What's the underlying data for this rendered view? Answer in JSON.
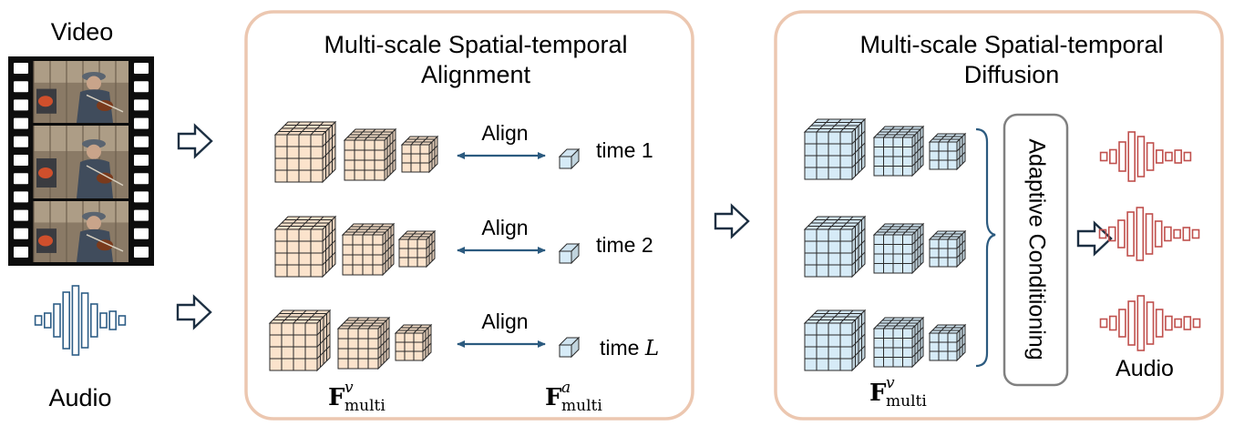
{
  "input": {
    "video_label": "Video",
    "audio_label": "Audio"
  },
  "alignment_panel": {
    "title_line1": "Multi-scale Spatial-temporal",
    "title_line2": "Alignment",
    "rows": [
      {
        "align_label": "Align",
        "time_prefix": "time",
        "time_value": "1",
        "time_italic": false
      },
      {
        "align_label": "Align",
        "time_prefix": "time",
        "time_value": "2",
        "time_italic": false
      },
      {
        "align_label": "Align",
        "time_prefix": "time",
        "time_value": "L",
        "time_italic": true
      }
    ],
    "video_feature_label": {
      "base": "F",
      "sup": "v",
      "sub": "multi"
    },
    "audio_feature_label": {
      "base": "F",
      "sup": "a",
      "sub": "multi"
    }
  },
  "diffusion_panel": {
    "title_line1": "Multi-scale Spatial-temporal",
    "title_line2": "Diffusion",
    "conditioning_label": "Adaptive Conditioning",
    "feature_label": {
      "base": "F",
      "sup": "v",
      "sub": "multi"
    },
    "output_label": "Audio"
  },
  "colors": {
    "panel_border": "#ecc7b0",
    "peach_cube": "#fbe3cc",
    "blue_cube": "#d6ebf7",
    "audio_in_wave": "#2e5e87",
    "audio_out_wave": "#c0504d",
    "align_arrow": "#2b5a7f",
    "flow_arrow": "#1c2f42",
    "conditioning_border": "#808080"
  }
}
